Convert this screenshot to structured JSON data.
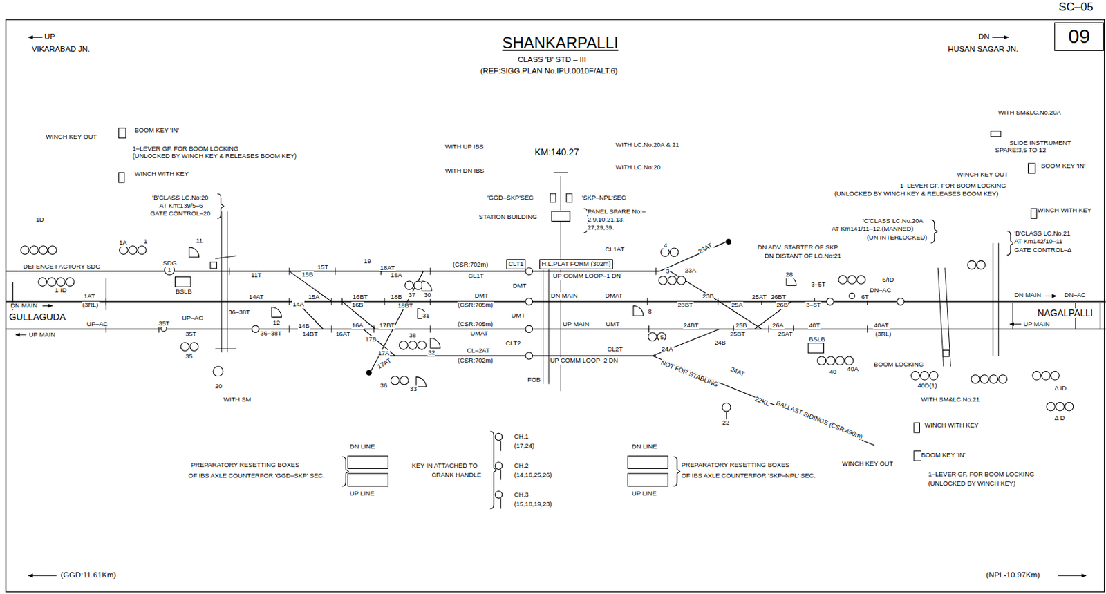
{
  "diagram": {
    "title": "SHANKARPALLI",
    "nodes": [
      {
        "text": [
          "09"
        ]
      },
      {
        "text": [
          "CLT1"
        ]
      },
      {
        "text": [
          "H.L.PLAT FORM (302m)"
        ]
      }
    ],
    "labels": [
      "SC–05",
      "UP",
      "VIKARABAD JN.",
      "DN",
      "HUSAN SAGAR JN.",
      "CLASS 'B' STD – III",
      "(REF:SIGG.PLAN No.IPU.0010F/ALT.6)",
      "WINCH KEY OUT",
      "BOOM KEY 'IN'",
      "1–LEVER GF. FOR BOOM LOCKING",
      "(UNLOCKED BY WINCH KEY & RELEASES BOOM KEY)",
      "WINCH WITH KEY",
      "'B'CLASS LC.No:20",
      "AT Km:139/5–6",
      "GATE CONTROL–20",
      "1D",
      "1A",
      "1",
      "11",
      "SDG",
      "DEFENCE FACTORY SDG",
      "1",
      "1 ID",
      "1AT",
      "(3RL)",
      "DN MAIN",
      "GULLAGUDA",
      "UP–AC",
      "UP MAIN",
      "BSLB",
      "11T",
      "15B",
      "15T",
      "19",
      "18AT",
      "18A",
      "14AT",
      "15A",
      "14A",
      "12",
      "36–38T",
      "35T",
      "UP–AC",
      "35T",
      "36–38T",
      "14B",
      "14BT",
      "16AT",
      "35",
      "20",
      "WITH SM",
      "16BT",
      "16B",
      "18B",
      "37",
      "30",
      "18BT",
      "31",
      "17BT",
      "16A",
      "17B",
      "38",
      "32",
      "17A",
      "17AT",
      "36",
      "33",
      "WITH UP IBS",
      "WITH DN IBS",
      "KM:140.27",
      "WITH LC.No:20A & 21",
      "WITH LC.No:20",
      "'GGD–SKP'SEC",
      "'SKP–NPL'SEC",
      "STATION BUILDING",
      "PANEL SPARE No:–",
      "2,9,10,21,13,",
      "27,29,39.",
      "(CSR:702m)",
      "CL1T",
      "DMT",
      "(CSR:705m)",
      "(CSR:705m)",
      "UMAT",
      "CL–2AT",
      "(CSR:702m)",
      "DMT",
      "UMT",
      "CLT2",
      "FOB",
      "UP COMM LOOP–1 DN",
      "DN MAIN",
      "DMAT",
      "UP MAIN",
      "UMT",
      "UP COMM LOOP–2 DN",
      "CL1AT",
      "CL2T",
      "4",
      "3",
      "23AT",
      "23A",
      "23B",
      "23BT",
      "8",
      "5",
      "24BT",
      "24A",
      "24B",
      "24AT",
      "NOT FOR STABLING",
      "22KL",
      "BALLAST SIDINGS (CSR:490m)",
      "22",
      "DN ADV. STARTER OF SKP",
      "DN DISTANT OF LC.No:21",
      "28",
      "3–5T",
      "25AT",
      "26BT",
      "25A",
      "26B",
      "3–5T",
      "6/ID",
      "DN–AC",
      "6T",
      "25B",
      "25BT",
      "26A",
      "26AT",
      "40T",
      "40AT",
      "(3RL)",
      "BSLB",
      "40",
      "40A",
      "BOOM LOCKING",
      "40D(1)",
      "WITH SM&LC.No.21",
      "WINCH WITH KEY",
      "BOOM KEY 'IN'",
      "WINCH KEY OUT",
      "1–LEVER GF. FOR BOOM LOCKING",
      "(UNLOCKED BY WINCH KEY)",
      "'C'CLASS LC.No.20A",
      "AT Km141/11–12.(MANNED)",
      "(UN INTERLOCKED)",
      "WITH SM&LC.No.20A",
      "SLIDE INSTRUMENT",
      "SPARE:3,5 TO 12",
      "WINCH KEY OUT",
      "BOOM KEY 'IN'",
      "1–LEVER GF. FOR BOOM LOCKING",
      "(UNLOCKED BY WINCH KEY & RELEASES BOOM KEY)",
      "WINCH WITH KEY",
      "'B'CLASS LC.No.21",
      "AT Km142/10–11",
      "GATE CONTROL–Δ",
      "DN MAIN",
      "DN–AC",
      "NAGALPALLI",
      "UP MAIN",
      "Δ ID",
      "Δ D",
      "PREPARATORY RESETTING BOXES",
      "OF IBS AXLE COUNTERFOR 'GGD–SKP' SEC.",
      "DN LINE",
      "UP LINE",
      "KEY IN ATTACHED TO",
      "CRANK HANDLE",
      "CH.1",
      "(17,24)",
      "CH.2",
      "(14,16,25,26)",
      "CH.3",
      "(15,18,19,23)",
      "DN LINE",
      "UP LINE",
      "PREPARATORY RESETTING BOXES",
      "OF IBS AXLE COUNTERFOR 'SKP–NPL' SEC.",
      "(GGD:11.61Km)",
      "(NPL-10.97Km)"
    ]
  }
}
